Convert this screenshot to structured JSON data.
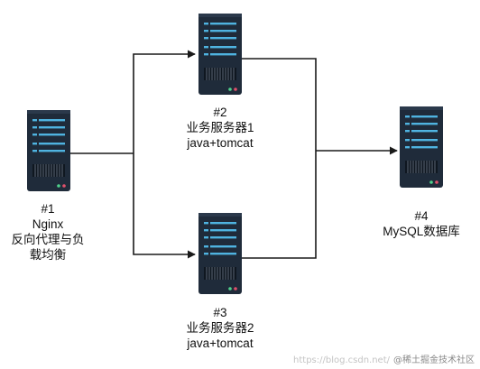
{
  "nodes": {
    "nginx": {
      "id": "#1",
      "lines": [
        "Nginx",
        "反向代理与负",
        "载均衡"
      ]
    },
    "app1": {
      "id": "#2",
      "lines": [
        "业务服务器1",
        "java+tomcat"
      ]
    },
    "app2": {
      "id": "#3",
      "lines": [
        "业务服务器2",
        "java+tomcat"
      ]
    },
    "mysql": {
      "id": "#4",
      "lines": [
        "MySQL数据库"
      ]
    }
  },
  "colors": {
    "server_body": "#1f2b3a",
    "server_lines": "#4fb3e0",
    "connector": "#1a1a1a"
  },
  "watermark": {
    "url": "https://blog.csdn.net/",
    "brand": "@稀土掘金技术社区"
  }
}
